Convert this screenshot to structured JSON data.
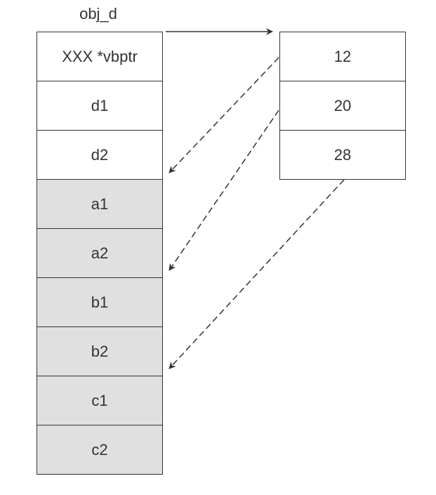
{
  "object_label": "obj_d",
  "object_fields": [
    {
      "label": "XXX *vbptr",
      "shaded": false
    },
    {
      "label": "d1",
      "shaded": false
    },
    {
      "label": "d2",
      "shaded": false
    },
    {
      "label": "a1",
      "shaded": true
    },
    {
      "label": "a2",
      "shaded": true
    },
    {
      "label": "b1",
      "shaded": true
    },
    {
      "label": "b2",
      "shaded": true
    },
    {
      "label": "c1",
      "shaded": true
    },
    {
      "label": "c2",
      "shaded": true
    }
  ],
  "offset_table": [
    "12",
    "20",
    "28"
  ],
  "colors": {
    "line": "#333333",
    "shaded_fill": "#e0e0e0",
    "background": "#ffffff"
  }
}
